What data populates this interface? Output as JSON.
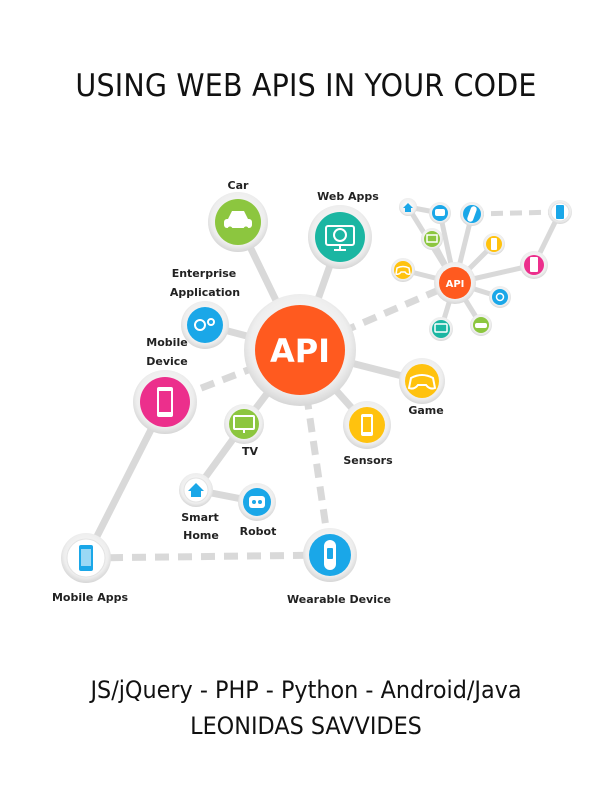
{
  "cover": {
    "title": "USING WEB APIS IN YOUR CODE",
    "subtitle": "JS/jQuery - PHP - Python - Android/Java",
    "author": "LEONIDAS SAVVIDES"
  },
  "diagram": {
    "hub_label": "API",
    "small_hub_label": "API",
    "labels": {
      "car": "Car",
      "web_apps": "Web Apps",
      "enterprise_line1": "Enterprise",
      "enterprise_line2": "Application",
      "mobile_device_line1": "Mobile",
      "mobile_device_line2": "Device",
      "game": "Game",
      "sensors": "Sensors",
      "tv": "TV",
      "smart_home_line1": "Smart",
      "smart_home_line2": "Home",
      "robot": "Robot",
      "mobile_apps": "Mobile Apps",
      "wearable_device": "Wearable Device"
    },
    "colors": {
      "hub": "#ff5a1f",
      "teal": "#1bb6a2",
      "green": "#8cc63f",
      "blue": "#1aa7e8",
      "pink": "#ec2f8c",
      "yellow": "#ffc20e",
      "line": "#d9d9d9"
    }
  }
}
